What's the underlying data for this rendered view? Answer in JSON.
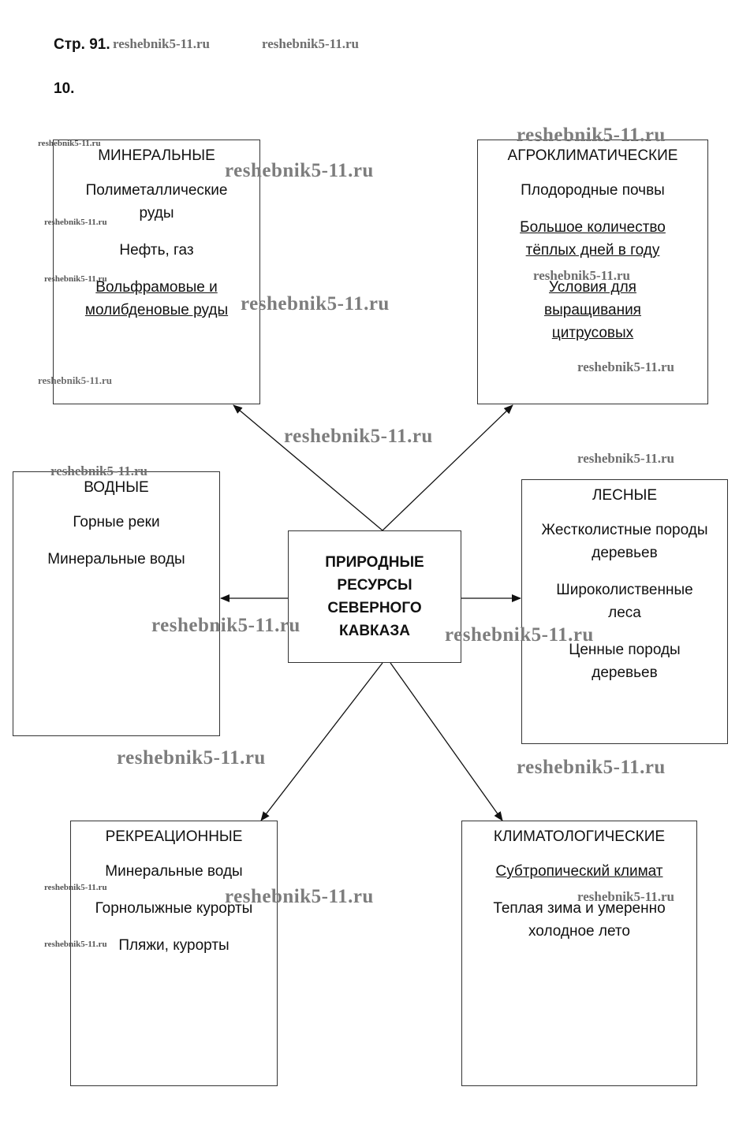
{
  "header": {
    "page": "Стр. 91.",
    "exercise": "10."
  },
  "center": {
    "lines": [
      "ПРИРОДНЫЕ",
      "РЕСУРСЫ",
      "СЕВЕРНОГО",
      "КАВКАЗА"
    ]
  },
  "boxes": {
    "mineral": {
      "title": "МИНЕРАЛЬНЫЕ",
      "items": [
        "Полиметаллические руды",
        "Нефть, газ",
        "Вольфрамовые и молибденовые руды"
      ]
    },
    "agro": {
      "title": "АГРОКЛИМАТИЧЕСКИЕ",
      "items": [
        "Плодородные почвы",
        "Большое количество тёплых дней в году",
        "Условия для выращивания цитрусовых"
      ]
    },
    "water": {
      "title": "ВОДНЫЕ",
      "items": [
        "Горные реки",
        "Минеральные воды"
      ]
    },
    "forest": {
      "title": "ЛЕСНЫЕ",
      "items": [
        "Жестколистные породы деревьев",
        "Широколиственные леса",
        "Ценные породы деревьев"
      ]
    },
    "recreation": {
      "title": "РЕКРЕАЦИОННЫЕ",
      "items": [
        "Минеральные воды",
        "Горнолыжные курорты",
        "Пляжи, курорты"
      ]
    },
    "climate": {
      "title": "КЛИМАТОЛОГИЧЕСКИЕ",
      "items": [
        "Субтропический климат",
        "Теплая зима и умеренно холодное лето"
      ]
    }
  },
  "watermark": "reshebnik5-11.ru"
}
